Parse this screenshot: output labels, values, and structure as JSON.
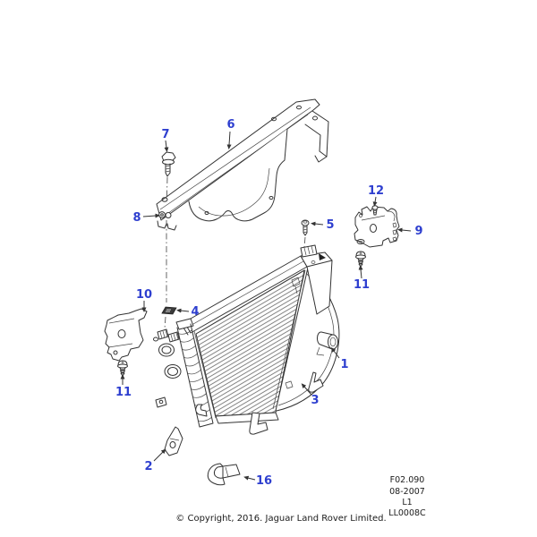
{
  "figure": {
    "accent_color": "#2e3fcf",
    "line_color": "#333333"
  },
  "callouts": [
    {
      "label": "1"
    },
    {
      "label": "2"
    },
    {
      "label": "3"
    },
    {
      "label": "4"
    },
    {
      "label": "5"
    },
    {
      "label": "6"
    },
    {
      "label": "7"
    },
    {
      "label": "8"
    },
    {
      "label": "9"
    },
    {
      "label": "10"
    },
    {
      "label": "11"
    },
    {
      "label": "11"
    },
    {
      "label": "12"
    },
    {
      "label": "16"
    }
  ],
  "footer": {
    "codes": [
      "F02.090",
      "08-2007",
      "L1",
      "LL0008C"
    ],
    "copyright": "© Copyright, 2016. Jaguar Land Rover Limited."
  }
}
